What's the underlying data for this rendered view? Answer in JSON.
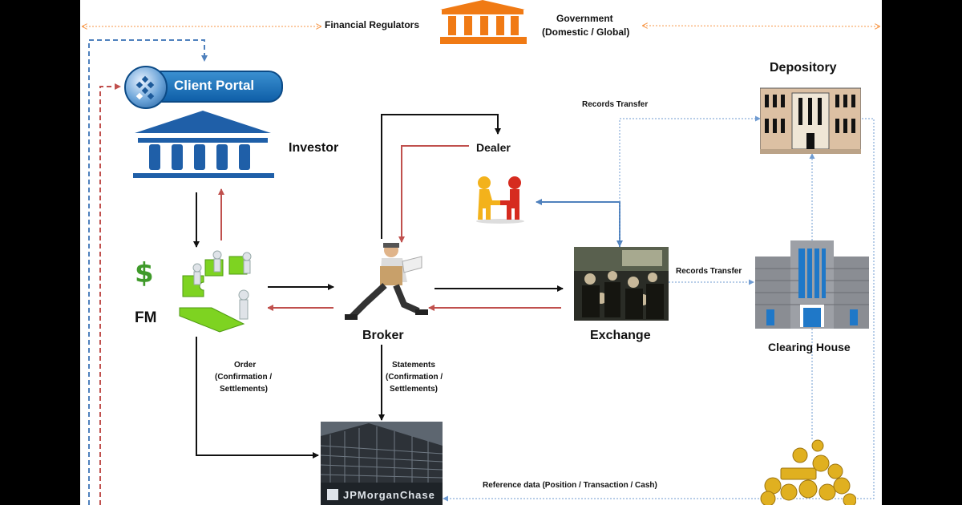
{
  "header": {
    "regulators_label": "Financial Regulators",
    "government_label": "Government",
    "government_sub": "(Domestic / Global)"
  },
  "client_portal": {
    "label": "Client Portal"
  },
  "nodes": {
    "investor": "Investor",
    "fm": "FM",
    "broker": "Broker",
    "dealer": "Dealer",
    "exchange": "Exchange",
    "depository": "Depository",
    "clearing_house": "Clearing House"
  },
  "edge_labels": {
    "records_transfer_top": "Records Transfer",
    "records_transfer_mid": "Records Transfer",
    "order_line1": "Order",
    "order_line2": "(Confirmation /",
    "order_line3": "Settlements)",
    "statements_line1": "Statements",
    "statements_line2": "(Confirmation /",
    "statements_line3": "Settlements)",
    "reference_data": "Reference data (Position / Transaction  / Cash)"
  },
  "bank_logo_text": "JPMorganChase",
  "colors": {
    "black_arrow": "#111111",
    "red_arrow": "#c0504d",
    "blue_arrow": "#4f81bd",
    "orange_dotted": "#f79646",
    "bank_blue": "#1f5fa8",
    "orange_building": "#f07a14"
  }
}
